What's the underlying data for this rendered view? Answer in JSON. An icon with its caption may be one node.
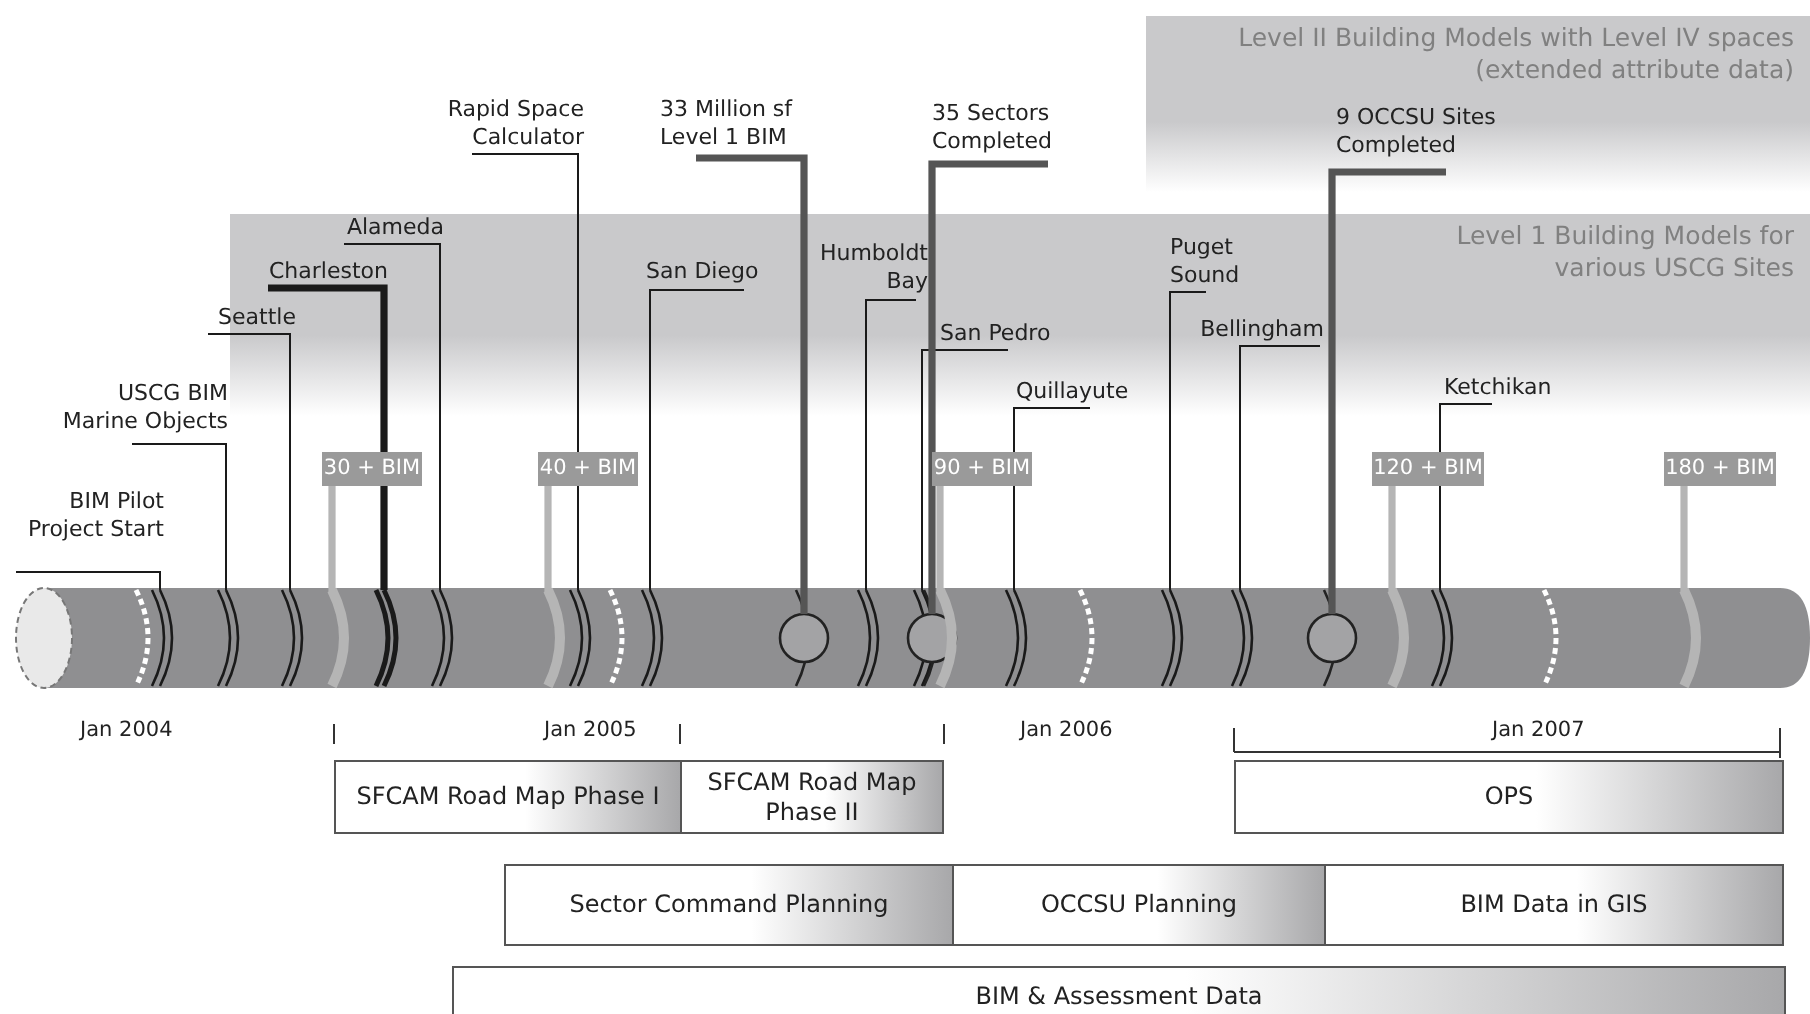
{
  "diagram": {
    "nodes": [
      {
        "text": [
          "Level II Building Models with Level IV spaces (extended attribute data)"
        ]
      },
      {
        "text": [
          "Level 1 Building Models for various USCG Sites"
        ]
      },
      {
        "text": [
          "BIM Pilot Project Start"
        ]
      },
      {
        "text": [
          "USCG BIM Marine Objects"
        ]
      },
      {
        "text": [
          "Seattle"
        ]
      },
      {
        "text": [
          "Charleston"
        ],
        "in": 1
      },
      {
        "text": [
          "Alameda"
        ],
        "in": 1
      },
      {
        "text": [
          "Rapid Space Calculator"
        ]
      },
      {
        "text": [
          "33 Million sf Level 1 BIM"
        ]
      },
      {
        "text": [
          "San Diego"
        ],
        "in": 1
      },
      {
        "text": [
          "Humboldt Bay"
        ],
        "in": 1
      },
      {
        "text": [
          "San Pedro"
        ],
        "in": 1
      },
      {
        "text": [
          "35 Sectors Completed"
        ]
      },
      {
        "text": [
          "Quillayute"
        ],
        "in": 1
      },
      {
        "text": [
          "Puget Sound"
        ],
        "in": 1
      },
      {
        "text": [
          "Bellingham"
        ],
        "in": 1
      },
      {
        "text": [
          "9 OCCSU Sites Completed"
        ],
        "in": 0
      },
      {
        "text": [
          "Ketchikan"
        ],
        "in": 1
      },
      {
        "text": [
          "30 + BIM"
        ]
      },
      {
        "text": [
          "40 + BIM"
        ]
      },
      {
        "text": [
          "90 + BIM"
        ]
      },
      {
        "text": [
          "120 + BIM"
        ]
      },
      {
        "text": [
          "180 + BIM"
        ]
      },
      {
        "text": [
          "SFCAM Road Map Phase I"
        ]
      },
      {
        "text": [
          "SFCAM Road Map Phase II"
        ]
      },
      {
        "text": [
          "OPS"
        ]
      },
      {
        "text": [
          "Sector Command Planning"
        ]
      },
      {
        "text": [
          "OCCSU Planning"
        ]
      },
      {
        "text": [
          "BIM Data in GIS"
        ]
      },
      {
        "text": [
          "BIM & Assessment Data"
        ]
      }
    ],
    "edges": [
      {
        "from": 2,
        "to": null,
        "arrow": "none"
      },
      {
        "from": 3,
        "to": null,
        "arrow": "none"
      },
      {
        "from": 4,
        "to": null,
        "arrow": "none"
      },
      {
        "from": 5,
        "to": null,
        "arrow": "none",
        "style": "thick"
      },
      {
        "from": 6,
        "to": null,
        "arrow": "none"
      },
      {
        "from": 7,
        "to": null,
        "arrow": "none"
      },
      {
        "from": 8,
        "to": null,
        "arrow": "none",
        "style": "thick",
        "color": "#555555"
      },
      {
        "from": 9,
        "to": null,
        "arrow": "none"
      },
      {
        "from": 10,
        "to": null,
        "arrow": "none"
      },
      {
        "from": 11,
        "to": null,
        "arrow": "none"
      },
      {
        "from": 12,
        "to": null,
        "arrow": "none",
        "style": "thick",
        "color": "#555555"
      },
      {
        "from": 13,
        "to": null,
        "arrow": "none"
      },
      {
        "from": 14,
        "to": null,
        "arrow": "none"
      },
      {
        "from": 15,
        "to": null,
        "arrow": "none"
      },
      {
        "from": 16,
        "to": null,
        "arrow": "none",
        "style": "thick",
        "color": "#555555"
      },
      {
        "from": 17,
        "to": null,
        "arrow": "none"
      },
      {
        "from": 18,
        "to": null,
        "arrow": "none",
        "style": "thick",
        "color": "#b5b5b5"
      },
      {
        "from": 19,
        "to": null,
        "arrow": "none",
        "style": "thick",
        "color": "#b5b5b5"
      },
      {
        "from": 20,
        "to": null,
        "arrow": "none",
        "style": "thick",
        "color": "#b5b5b5"
      },
      {
        "from": 21,
        "to": null,
        "arrow": "none",
        "style": "thick",
        "color": "#b5b5b5"
      },
      {
        "from": 22,
        "to": null,
        "arrow": "none",
        "style": "thick",
        "color": "#b5b5b5"
      }
    ],
    "labels": [
      "Jan 2004",
      "Jan 2005",
      "Jan 2006",
      "Jan 2007"
    ]
  }
}
